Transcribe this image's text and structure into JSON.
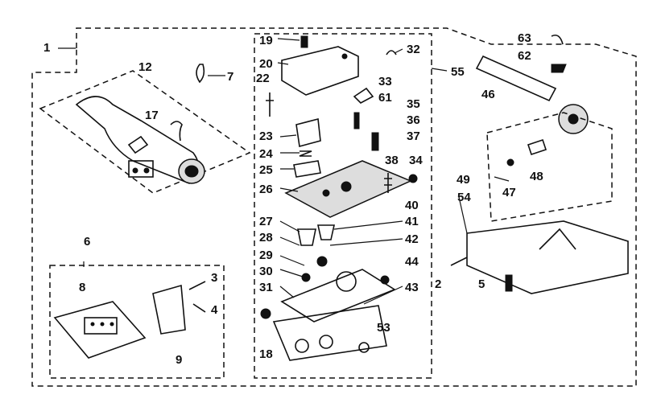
{
  "labels": {
    "l1": "1",
    "l2": "2",
    "l3": "3",
    "l4": "4",
    "l5": "5",
    "l6": "6",
    "l7": "7",
    "l8": "8",
    "l9": "9",
    "l12": "12",
    "l17": "17",
    "l18": "18",
    "l19": "19",
    "l20": "20",
    "l22": "22",
    "l23": "23",
    "l24": "24",
    "l25": "25",
    "l26": "26",
    "l27": "27",
    "l28": "28",
    "l29": "29",
    "l30": "30",
    "l31": "31",
    "l32": "32",
    "l33": "33",
    "l34": "34",
    "l35": "35",
    "l36": "36",
    "l37": "37",
    "l38": "38",
    "l40": "40",
    "l41": "41",
    "l42": "42",
    "l43": "43",
    "l44": "44",
    "l46": "46",
    "l47": "47",
    "l48": "48",
    "l49": "49",
    "l53": "53",
    "l54": "54",
    "l55": "55",
    "l61": "61",
    "l62": "62",
    "l63": "63"
  }
}
